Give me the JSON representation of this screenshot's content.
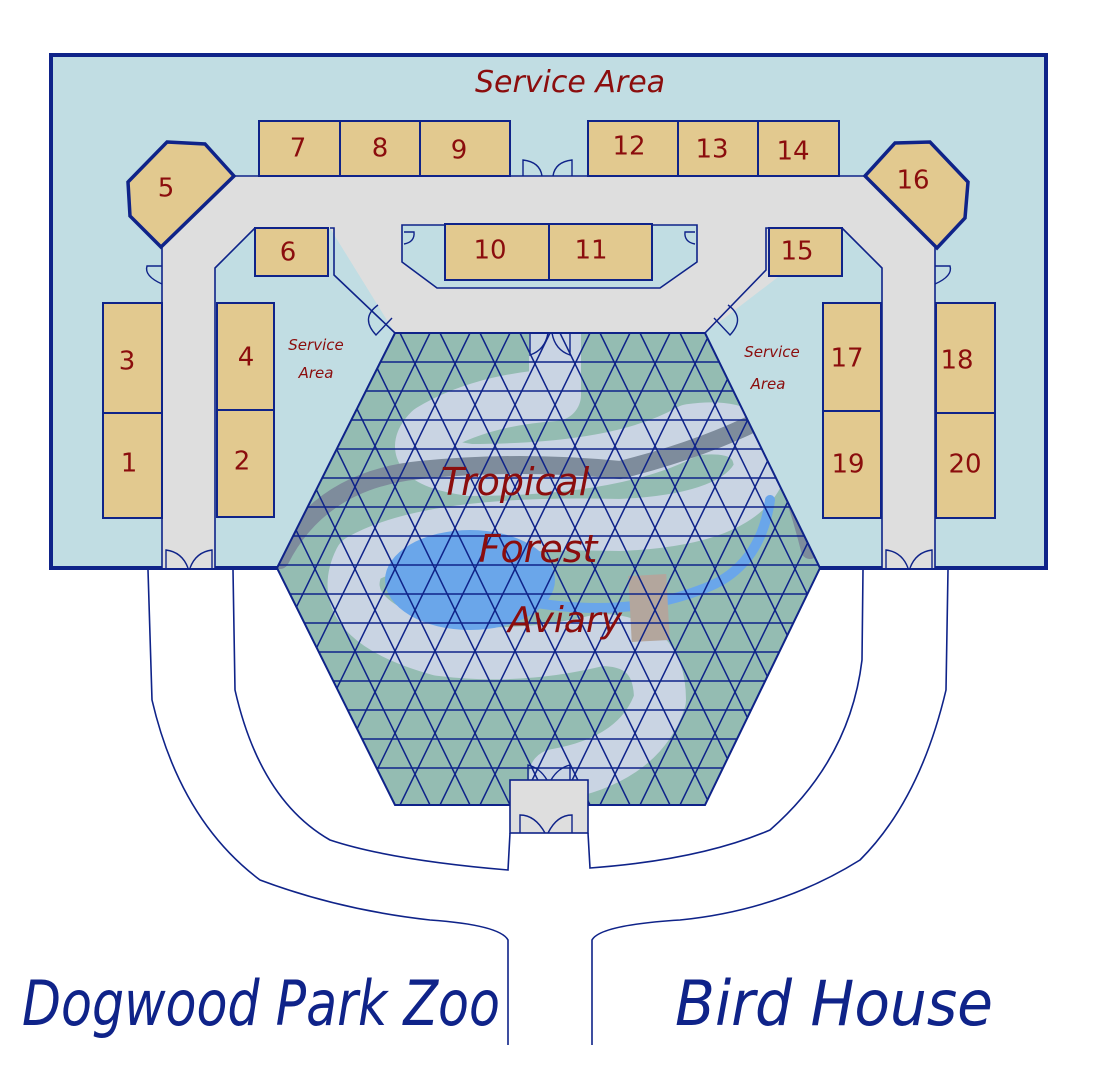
{
  "map": {
    "title": "Dogwood Park Zoo",
    "subtitle": "Bird House",
    "center_exhibit": {
      "line1": "Tropical",
      "line2": "Forest",
      "line3": "Aviary"
    },
    "service_areas": {
      "top": "Service Area",
      "left_line1": "Service",
      "left_line2": "Area",
      "right_line1": "Service",
      "right_line2": "Area"
    },
    "rooms": [
      {
        "id": "1",
        "label": "1"
      },
      {
        "id": "2",
        "label": "2"
      },
      {
        "id": "3",
        "label": "3"
      },
      {
        "id": "4",
        "label": "4"
      },
      {
        "id": "5",
        "label": "5"
      },
      {
        "id": "6",
        "label": "6"
      },
      {
        "id": "7",
        "label": "7"
      },
      {
        "id": "8",
        "label": "8"
      },
      {
        "id": "9",
        "label": "9"
      },
      {
        "id": "10",
        "label": "10"
      },
      {
        "id": "11",
        "label": "11"
      },
      {
        "id": "12",
        "label": "12"
      },
      {
        "id": "13",
        "label": "13"
      },
      {
        "id": "14",
        "label": "14"
      },
      {
        "id": "15",
        "label": "15"
      },
      {
        "id": "16",
        "label": "16"
      },
      {
        "id": "17",
        "label": "17"
      },
      {
        "id": "18",
        "label": "18"
      },
      {
        "id": "19",
        "label": "19"
      },
      {
        "id": "20",
        "label": "20"
      }
    ],
    "colors": {
      "building_fill": "#c1dde3",
      "outline": "#0f2389",
      "room_fill": "#e2c98f",
      "hallway": "#dedede",
      "label_text": "#8b0d0d",
      "aviary_green": "#94bcb2",
      "aviary_path": "#c9d4e3",
      "water": "#6aa6ea",
      "stream_dark": "#7e8c9c",
      "hut": "#b3a69d"
    }
  }
}
